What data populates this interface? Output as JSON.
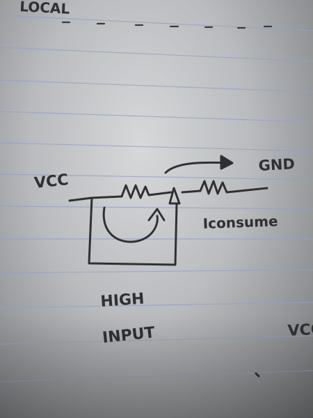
{
  "header_text": "LOCAL",
  "labels": {
    "vcc_left": "VCC",
    "gnd": "GND",
    "i_consume": "Iconsume",
    "high": "HIGH",
    "input": "INPUT",
    "vcc_right": "VCC"
  },
  "colors": {
    "ink": "#2f3033",
    "rule_line": "#8fa3c2"
  }
}
